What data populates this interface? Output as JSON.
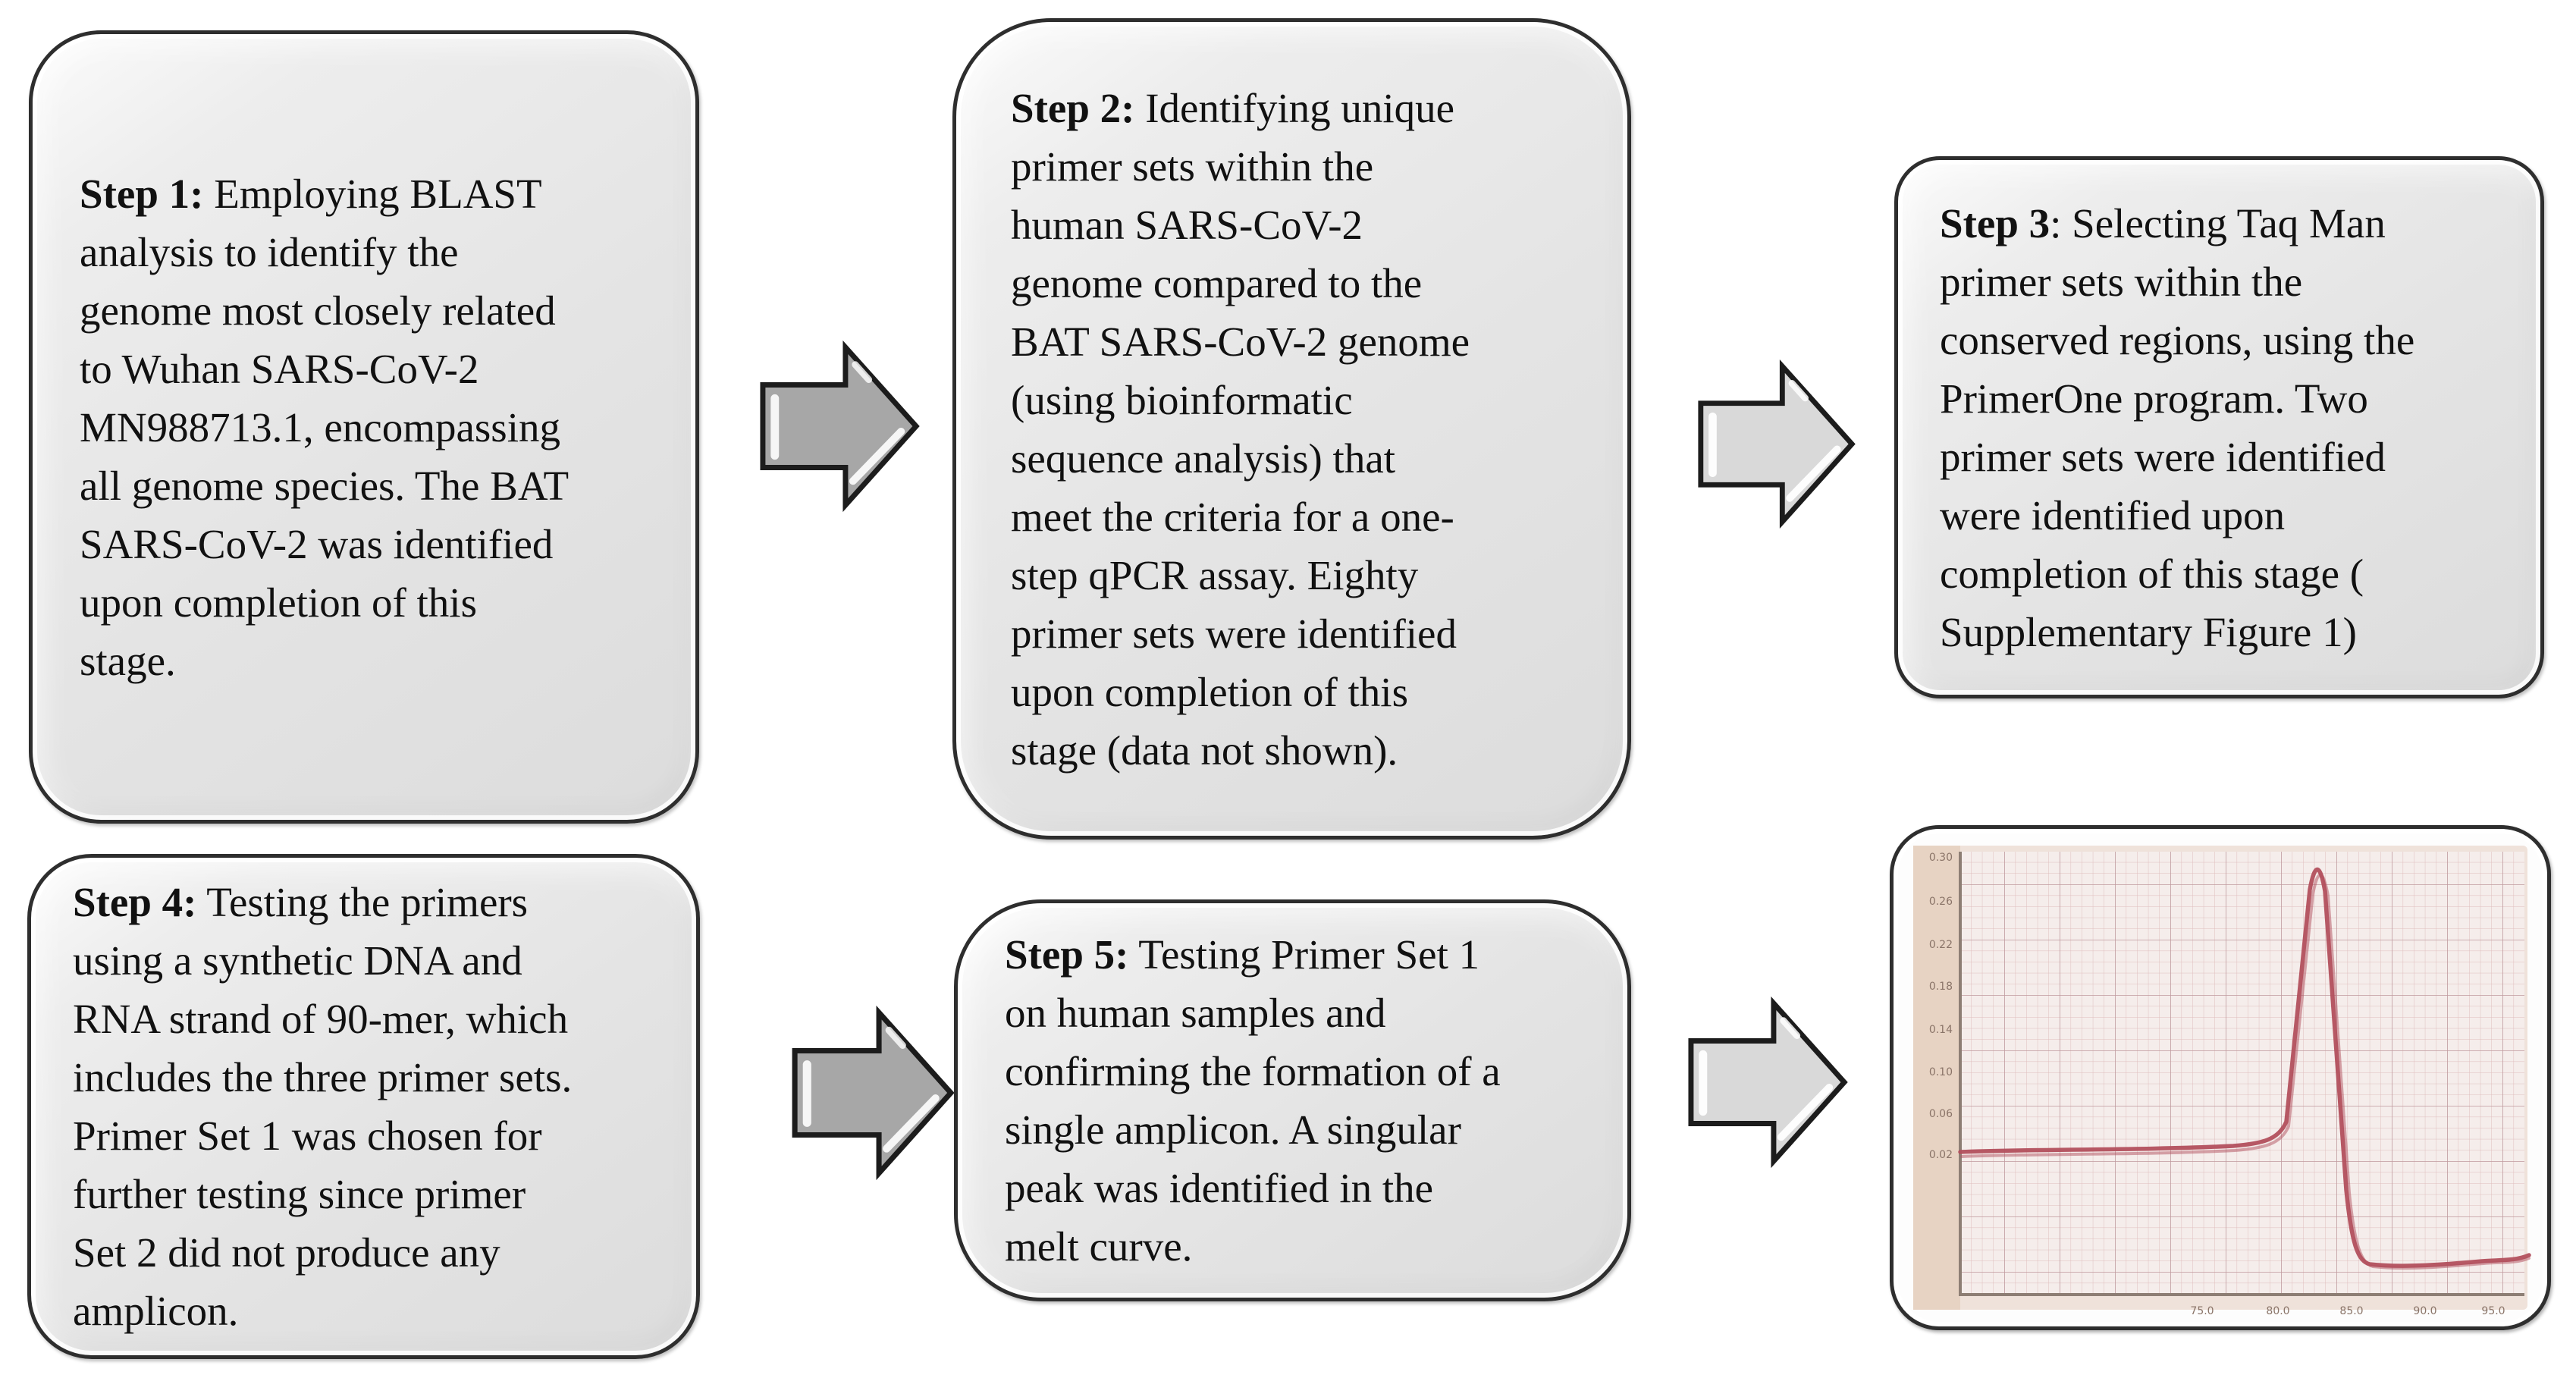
{
  "diagram": {
    "boxes": [
      {
        "label": "Step 1:",
        "body": " Employing BLAST\nanalysis to identify the\ngenome most closely related\nto Wuhan SARS-CoV-2\nMN988713.1, encompassing\nall genome species. The BAT\nSARS-CoV-2 was identified\nupon completion of this\nstage."
      },
      {
        "label": "Step 2:",
        "body": " Identifying unique\nprimer sets within the\nhuman SARS-CoV-2\ngenome compared to the\nBAT SARS-CoV-2 genome\n(using bioinformatic\nsequence analysis) that\nmeet the criteria for a one-\nstep qPCR assay. Eighty\nprimer sets were identified\nupon completion of this\nstage (data not shown)."
      },
      {
        "label": "Step 3",
        "body": ": Selecting Taq Man\nprimer sets within the\nconserved regions, using the\nPrimerOne program. Two\nprimer sets were identified\nwere identified upon\ncompletion of this stage (\nSupplementary Figure 1)"
      },
      {
        "label": "Step 4:",
        "body": " Testing the primers\nusing a synthetic DNA and\nRNA strand of 90-mer, which\nincludes the three primer sets.\nPrimer Set 1 was chosen for\nfurther testing since primer\nSet 2 did not produce any\namplicon."
      },
      {
        "label": "Step 5:",
        "body": " Testing Primer Set 1\non human samples and\nconfirming the formation of a\nsingle amplicon. A singular\npeak was identified in the\nmelt curve."
      }
    ],
    "colors": {
      "box_fill": "#e4e4e4",
      "box_border": "#2e2e2e",
      "text": "#111111",
      "arrow_dark": "#a7a7a7",
      "arrow_light": "#d9d9d9",
      "arrow_outline": "#1c1c1c",
      "arrow_highlight": "#ffffff",
      "curve": "#b2505d",
      "paper": "#f5edeb",
      "paper_margin": "#e7d3c3"
    }
  },
  "chart_data": {
    "type": "line",
    "title": "",
    "xlabel": "",
    "ylabel": "",
    "legend": "none",
    "grid": true,
    "description": "Photo of a qPCR melt curve on fine pink graph paper; flat baseline then a single sharp peak that returns to a low plateau (tick labels tiny/blurred in source, values estimated)",
    "xticks": [
      "75.0",
      "80.0",
      "85.0",
      "90.0",
      "95.0"
    ],
    "yticks": [
      "0.30",
      "0.26",
      "0.22",
      "0.18",
      "0.14",
      "0.10",
      "0.06",
      "0.02"
    ],
    "xlim": [
      65,
      96
    ],
    "ylim": [
      0,
      0.32
    ],
    "peak_x": 84.5,
    "peak_y": 0.3,
    "series": [
      {
        "name": "melt curve",
        "x": [
          65,
          70,
          75,
          78,
          80,
          82,
          83,
          84,
          84.5,
          85,
          85.5,
          86,
          87,
          90,
          95
        ],
        "values": [
          0.021,
          0.022,
          0.022,
          0.024,
          0.03,
          0.09,
          0.2,
          0.285,
          0.3,
          0.26,
          0.12,
          0.03,
          0.008,
          0.007,
          0.01
        ]
      }
    ],
    "line_color": "#b2505d"
  }
}
